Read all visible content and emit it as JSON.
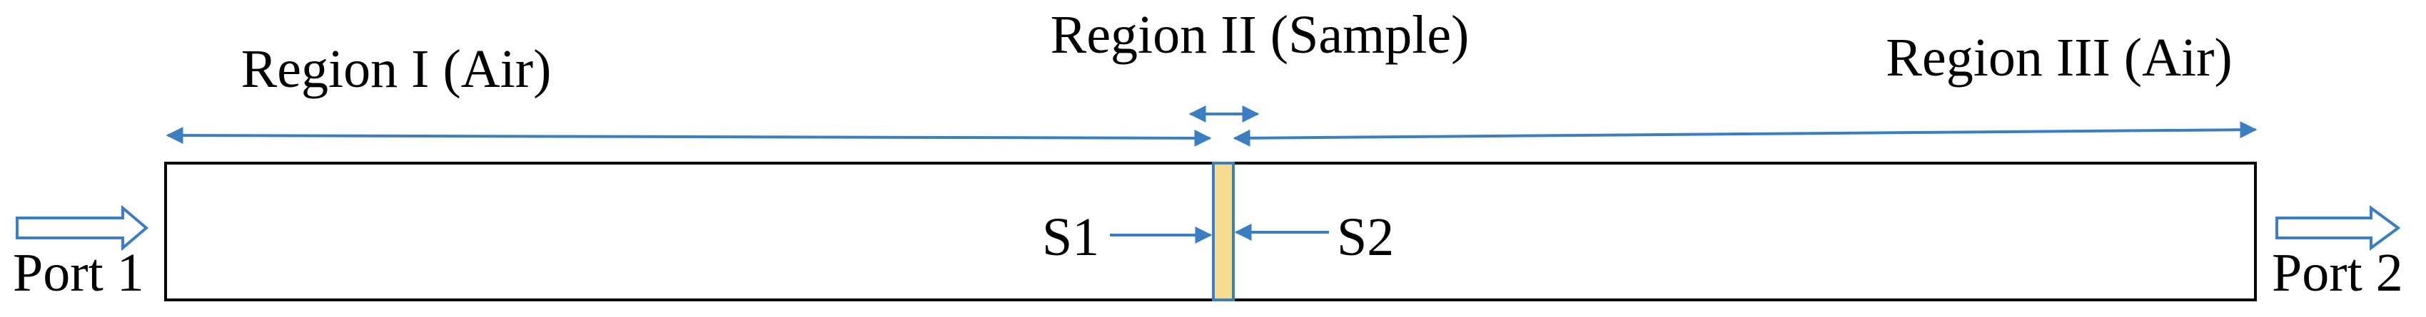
{
  "regions": {
    "region1": "Region I (Air)",
    "region2": "Region II (Sample)",
    "region3": "Region III (Air)"
  },
  "ports": {
    "port1": "Port 1",
    "port2": "Port 2"
  },
  "surfaces": {
    "s1": "S1",
    "s2": "S2"
  },
  "colors": {
    "arrow": "#3a7fc4",
    "waveguide_outline": "#000000",
    "sample_fill": "#f6dc8e",
    "sample_border": "#3a7fc4"
  }
}
